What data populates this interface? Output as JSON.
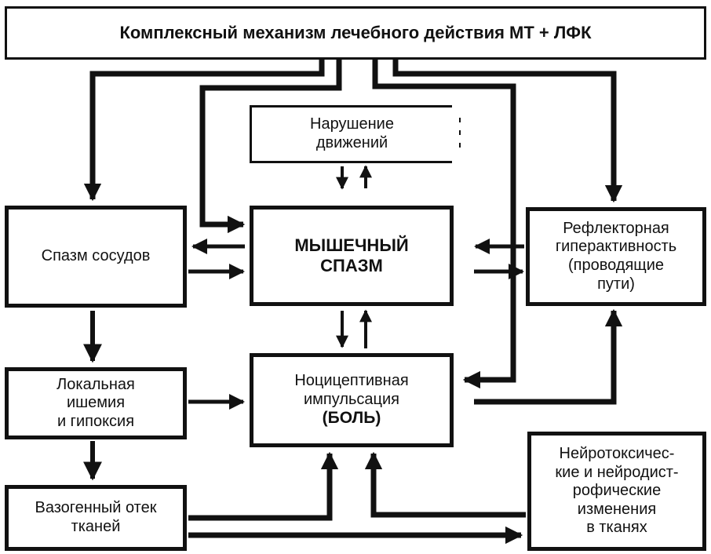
{
  "diagram": {
    "title": "Комплексный механизм лечебного действия МТ + ЛФК",
    "nodes": {
      "movement_disorder": "Нарушение\nдвижений",
      "muscle_spasm": "МЫШЕЧНЫЙ\nСПАЗМ",
      "vessel_spasm": "Спазм сосудов",
      "reflex_hyperactivity": "Рефлекторная\nгиперактивность\n(проводящие\nпути)",
      "nociceptive_impulse": "Ноцицептивная\nимпульсация",
      "pain": "(БОЛЬ)",
      "local_ischemia": "Локальная\nишемия\nи гипоксия",
      "vasogenic_edema": "Вазогенный отек\nтканей",
      "neurotoxic_changes": "Нейротоксичес-\nкие и нейродист-\nрофические\nизменения\nв тканях"
    }
  }
}
